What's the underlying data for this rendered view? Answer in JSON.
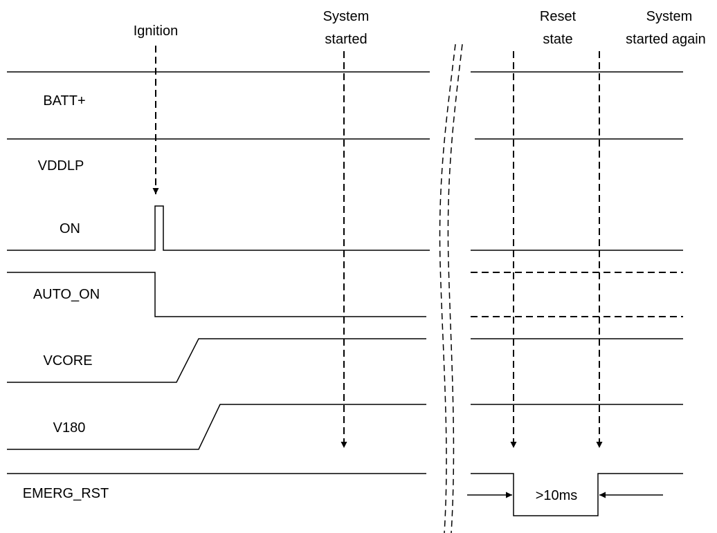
{
  "events": {
    "ignition": "Ignition",
    "system_started_l1": "System",
    "system_started_l2": "started",
    "reset_state_l1": "Reset",
    "reset_state_l2": "state",
    "started_again_l1": "System",
    "started_again_l2": "started again"
  },
  "signals": {
    "batt": "BATT+",
    "vddlp": "VDDLP",
    "on": "ON",
    "auto_on": "AUTO_ON",
    "vcore": "VCORE",
    "v180": "V180",
    "emerg_rst": "EMERG_RST"
  },
  "reset_pulse_width": ">10ms"
}
